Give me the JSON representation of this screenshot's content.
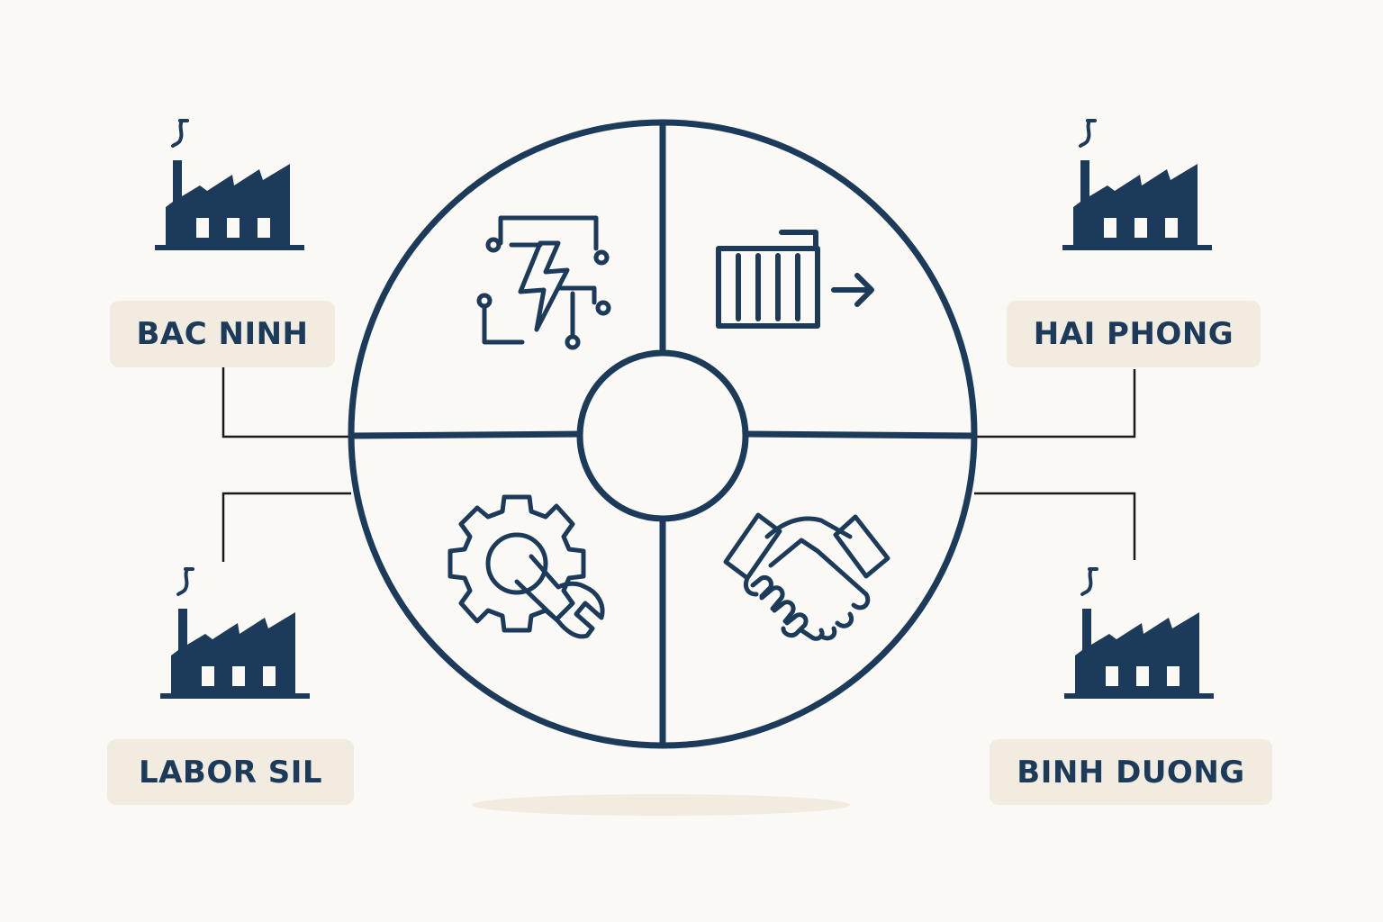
{
  "colors": {
    "background": "#fbf9f5",
    "primary": "#1c3a5a",
    "label_background": "#f1ebe0",
    "connector": "#1a1a1a"
  },
  "sites": {
    "top_left": {
      "label": "BAC NINH",
      "icon": "factory-icon"
    },
    "top_right": {
      "label": "HAI PHONG",
      "icon": "factory-icon"
    },
    "bottom_left": {
      "label": "LABOR SIL",
      "icon": "factory-icon"
    },
    "bottom_right": {
      "label": "BINH DUONG",
      "icon": "factory-icon"
    }
  },
  "wheel": {
    "quadrants": [
      {
        "position": "top-left",
        "icon": "power-circuit-icon"
      },
      {
        "position": "top-right",
        "icon": "logistics-arrow-icon"
      },
      {
        "position": "bottom-left",
        "icon": "gear-wrench-icon"
      },
      {
        "position": "bottom-right",
        "icon": "handshake-icon"
      }
    ]
  }
}
